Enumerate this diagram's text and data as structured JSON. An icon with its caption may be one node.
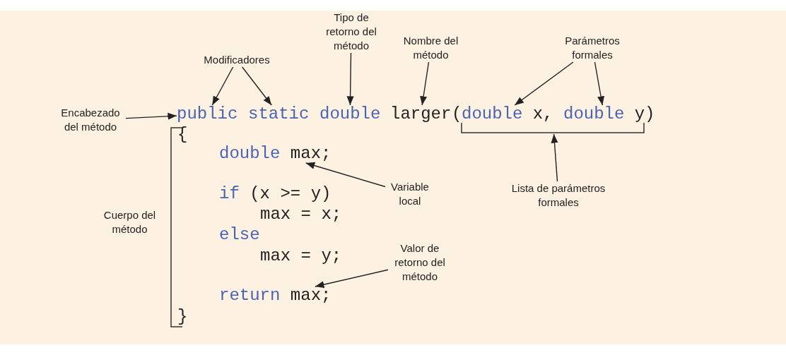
{
  "diagram": {
    "nodes": [
      {
        "text": [
          "Modificadores"
        ]
      },
      {
        "text": [
          "Tipo de retorno del método"
        ]
      },
      {
        "text": [
          "Nombre del método"
        ]
      },
      {
        "text": [
          "Parámetros formales"
        ]
      },
      {
        "text": [
          "Encabezado del método"
        ]
      },
      {
        "text": [
          "public"
        ]
      },
      {
        "text": [
          "static"
        ]
      },
      {
        "text": [
          "double"
        ]
      },
      {
        "text": [
          "larger"
        ]
      },
      {
        "text": [],
        "shape": "bracket"
      },
      {
        "text": [
          "double x"
        ],
        "in": 9
      },
      {
        "text": [
          "double y"
        ],
        "in": 9
      },
      {
        "text": [
          "Lista de parámetros formales"
        ]
      },
      {
        "text": [],
        "shape": "bracket",
        "beside": [
          "Cuerpo del método"
        ]
      },
      {
        "text": [
          "double max;"
        ],
        "in": 13
      },
      {
        "text": [
          "Variable local"
        ]
      },
      {
        "text": [
          "if (x >= y)"
        ],
        "in": 13
      },
      {
        "text": [
          "max = x;"
        ],
        "in": 13
      },
      {
        "text": [
          "else"
        ],
        "in": 13
      },
      {
        "text": [
          "max = y;"
        ],
        "in": 13
      },
      {
        "text": [
          "Valor de retorno del método"
        ]
      },
      {
        "text": [
          "return max;"
        ],
        "in": 13
      }
    ],
    "edges": [
      {
        "from": 0,
        "to": 5,
        "arrow": "to"
      },
      {
        "from": 0,
        "to": 6,
        "arrow": "to"
      },
      {
        "from": 1,
        "to": 7,
        "arrow": "to"
      },
      {
        "from": 2,
        "to": 8,
        "arrow": "to"
      },
      {
        "from": 3,
        "to": 10,
        "arrow": "to"
      },
      {
        "from": 3,
        "to": 11,
        "arrow": "to"
      },
      {
        "from": 4,
        "to": 5,
        "arrow": "to"
      },
      {
        "from": 12,
        "to": 9,
        "arrow": "to"
      },
      {
        "from": 15,
        "to": 14,
        "arrow": "to"
      },
      {
        "from": 20,
        "to": 21,
        "arrow": "to"
      }
    ],
    "labels": [
      "(",
      ",",
      ")",
      "{",
      "}"
    ]
  }
}
